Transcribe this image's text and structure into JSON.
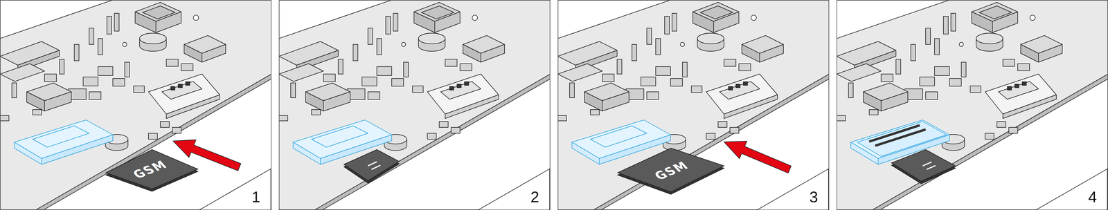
{
  "diagram": {
    "labels": [
      "GSM",
      "1",
      "2",
      "GSM",
      "3",
      "4"
    ]
  }
}
